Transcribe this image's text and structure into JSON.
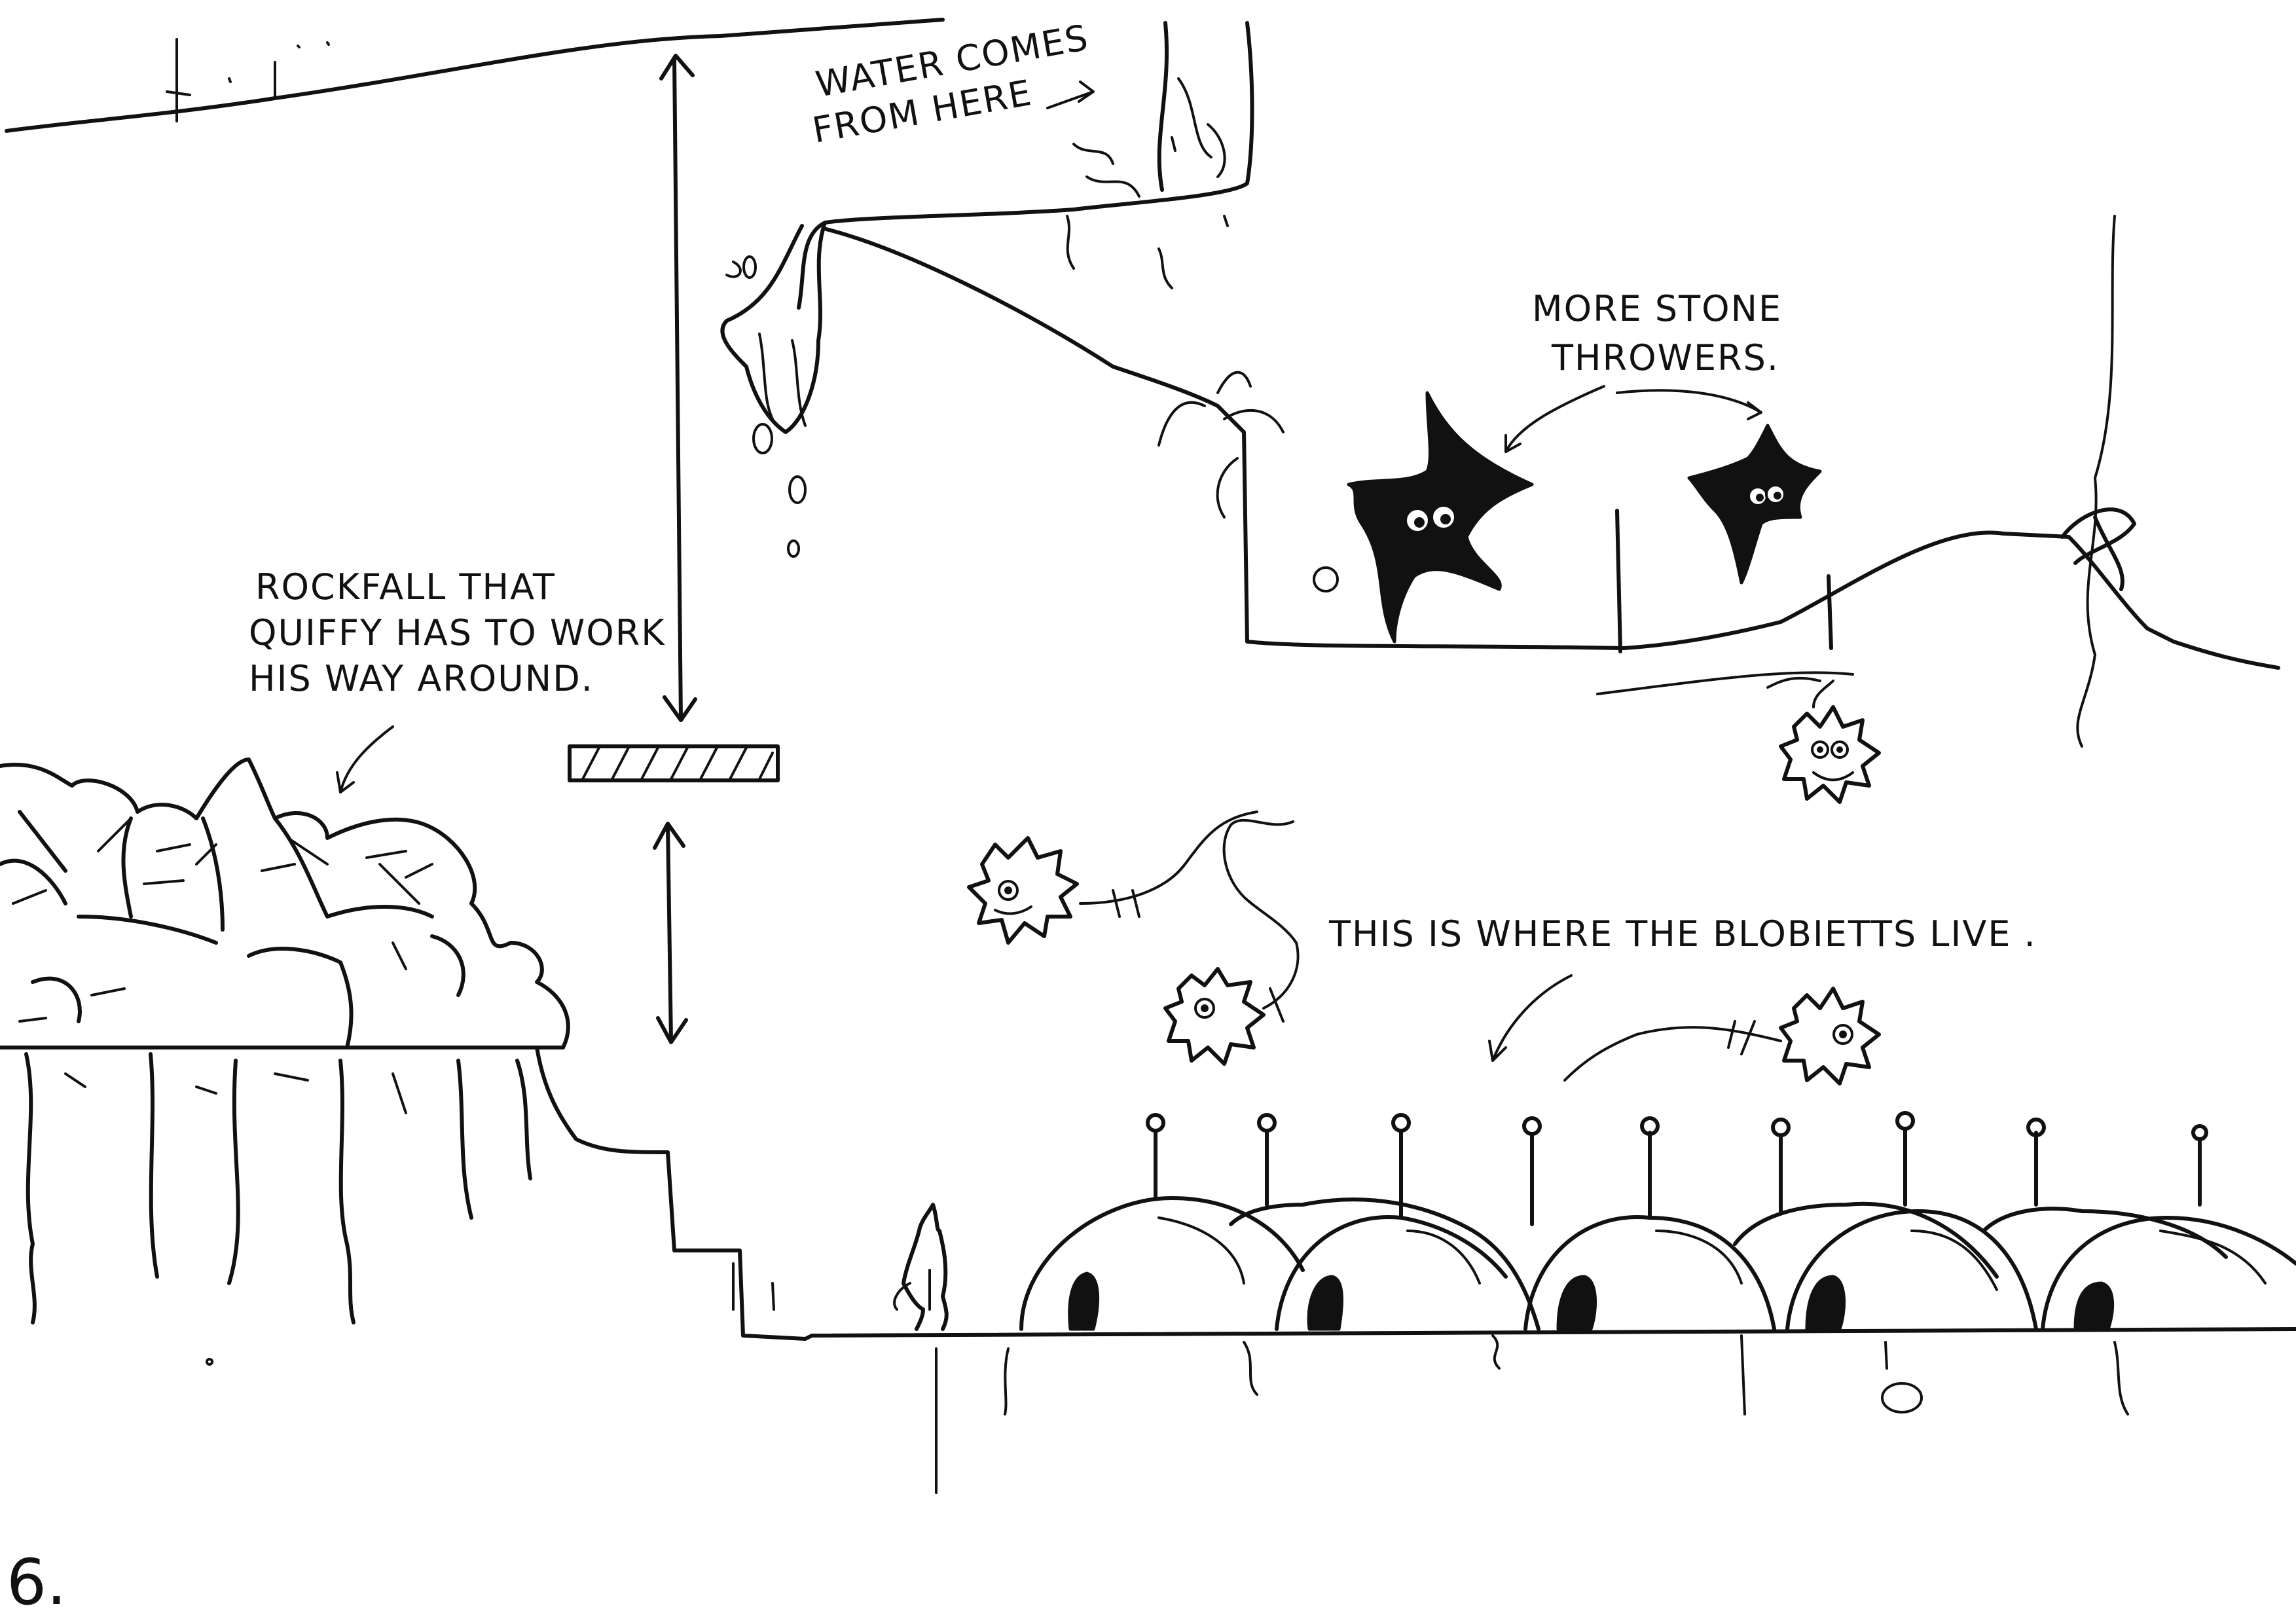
{
  "annotations": {
    "water_line1": "WATER COMES",
    "water_line2": "FROM HERE",
    "stone_line1": "MORE STONE",
    "stone_line2": "THROWERS.",
    "rockfall_line1": "ROCKFALL THAT",
    "rockfall_line2": "QUIFFY HAS TO WORK",
    "rockfall_line3": "HIS WAY AROUND.",
    "blobietts": "THIS IS WHERE THE BLOBIETTS LIVE ."
  },
  "page_number": "6."
}
